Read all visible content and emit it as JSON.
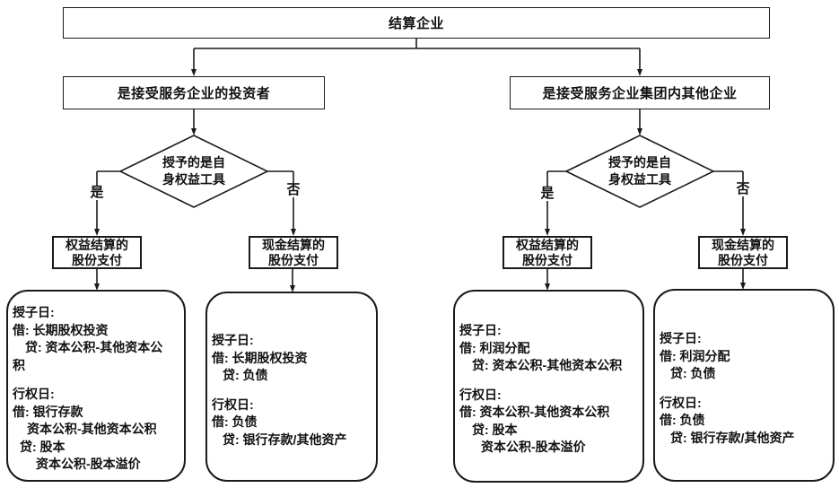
{
  "colors": {
    "ink": "#1a1a1a",
    "background": "#ffffff"
  },
  "root": {
    "label": "结算企业"
  },
  "left_branch": {
    "label": "是接受服务企业的投资者",
    "decision_line1": "授予的是自",
    "decision_line2": "身权益工具",
    "yes": "是",
    "no": "否",
    "equity_outcome_line1": "权益结算的",
    "equity_outcome_line2": "股份支付",
    "cash_outcome_line1": "现金结算的",
    "cash_outcome_line2": "股份支付"
  },
  "right_branch": {
    "label": "是接受服务企业集团内其他企业",
    "decision_line1": "授予的是自",
    "decision_line2": "身权益工具",
    "yes": "是",
    "no": "否",
    "equity_outcome_line1": "权益结算的",
    "equity_outcome_line2": "股份支付",
    "cash_outcome_line1": "现金结算的",
    "cash_outcome_line2": "股份支付"
  },
  "entries": {
    "investor_equity": {
      "lines": [
        "授子日:",
        "借: 长期股权投资",
        "贷: 资本公积-其他资本公",
        "积",
        "行权日:",
        "借: 银行存款",
        "资本公积-其他资本公积",
        "贷: 股本",
        "资本公积-股本溢价"
      ]
    },
    "investor_cash": {
      "lines": [
        "授子日:",
        "借: 长期股权投资",
        "贷: 负债",
        "行权日:",
        "借: 负债",
        "贷: 银行存款/其他资产"
      ]
    },
    "group_equity": {
      "lines": [
        "授子日:",
        "借: 利润分配",
        "贷: 资本公积-其他资本公积",
        "行权日:",
        "借: 资本公积-其他资本公积",
        "贷: 股本",
        "资本公积-股本溢价"
      ]
    },
    "group_cash": {
      "lines": [
        "授子日:",
        "借: 利润分配",
        "贷: 负债",
        "行权日:",
        "借: 负债",
        "贷: 银行存款/其他资产"
      ]
    }
  }
}
